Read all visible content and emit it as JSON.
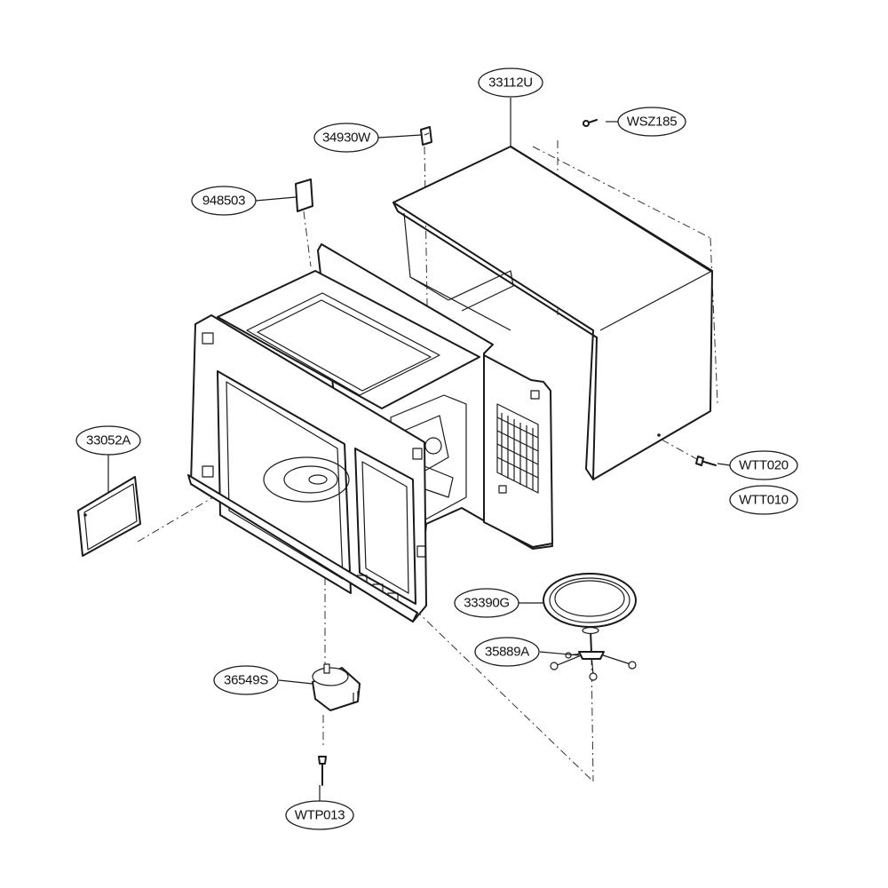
{
  "callouts": {
    "c33112U": "33112U",
    "cWSZ185": "WSZ185",
    "c34930W": "34930W",
    "c948503": "948503",
    "c33052A": "33052A",
    "cWTT020": "WTT020",
    "cWTT010": "WTT010",
    "c33390G": "33390G",
    "c35889A": "35889A",
    "c36549S": "36549S",
    "cWTP013": "WTP013"
  },
  "colors": {
    "line": "#1a1a1a",
    "background": "#ffffff"
  }
}
